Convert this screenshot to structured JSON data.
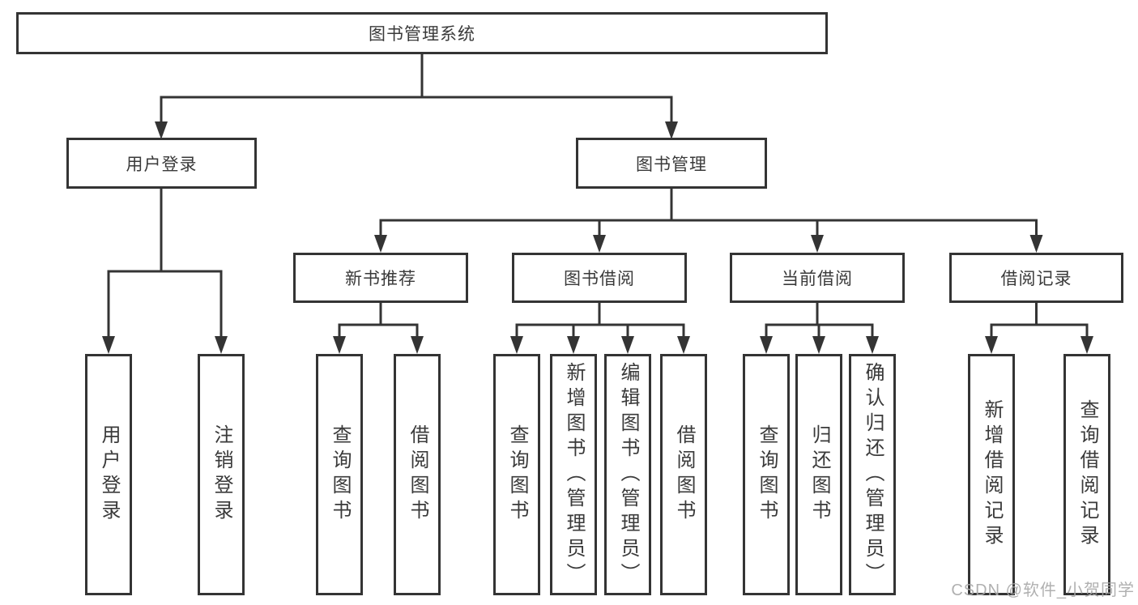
{
  "tree": {
    "label": "图书管理系统",
    "children": [
      {
        "label": "用户登录",
        "children": [
          {
            "label": "用户登录"
          },
          {
            "label": "注销登录"
          }
        ]
      },
      {
        "label": "图书管理",
        "children": [
          {
            "label": "新书推荐",
            "children": [
              {
                "label": "查询图书"
              },
              {
                "label": "借阅图书"
              }
            ]
          },
          {
            "label": "图书借阅",
            "children": [
              {
                "label": "查询图书"
              },
              {
                "label": "新增图书（管理员）"
              },
              {
                "label": "编辑图书（管理员）"
              },
              {
                "label": "借阅图书"
              }
            ]
          },
          {
            "label": "当前借阅",
            "children": [
              {
                "label": "查询图书"
              },
              {
                "label": "归还图书"
              },
              {
                "label": "确认归还（管理员）"
              }
            ]
          },
          {
            "label": "借阅记录",
            "children": [
              {
                "label": "新增借阅记录"
              },
              {
                "label": "查询借阅记录"
              }
            ]
          }
        ]
      }
    ]
  },
  "watermark": {
    "text": "CSDN @软件_小贺同学"
  },
  "colors": {
    "line": "#343434",
    "text": "#3a3a3a",
    "background": "#ffffff",
    "watermark": "#a8a8a8"
  }
}
